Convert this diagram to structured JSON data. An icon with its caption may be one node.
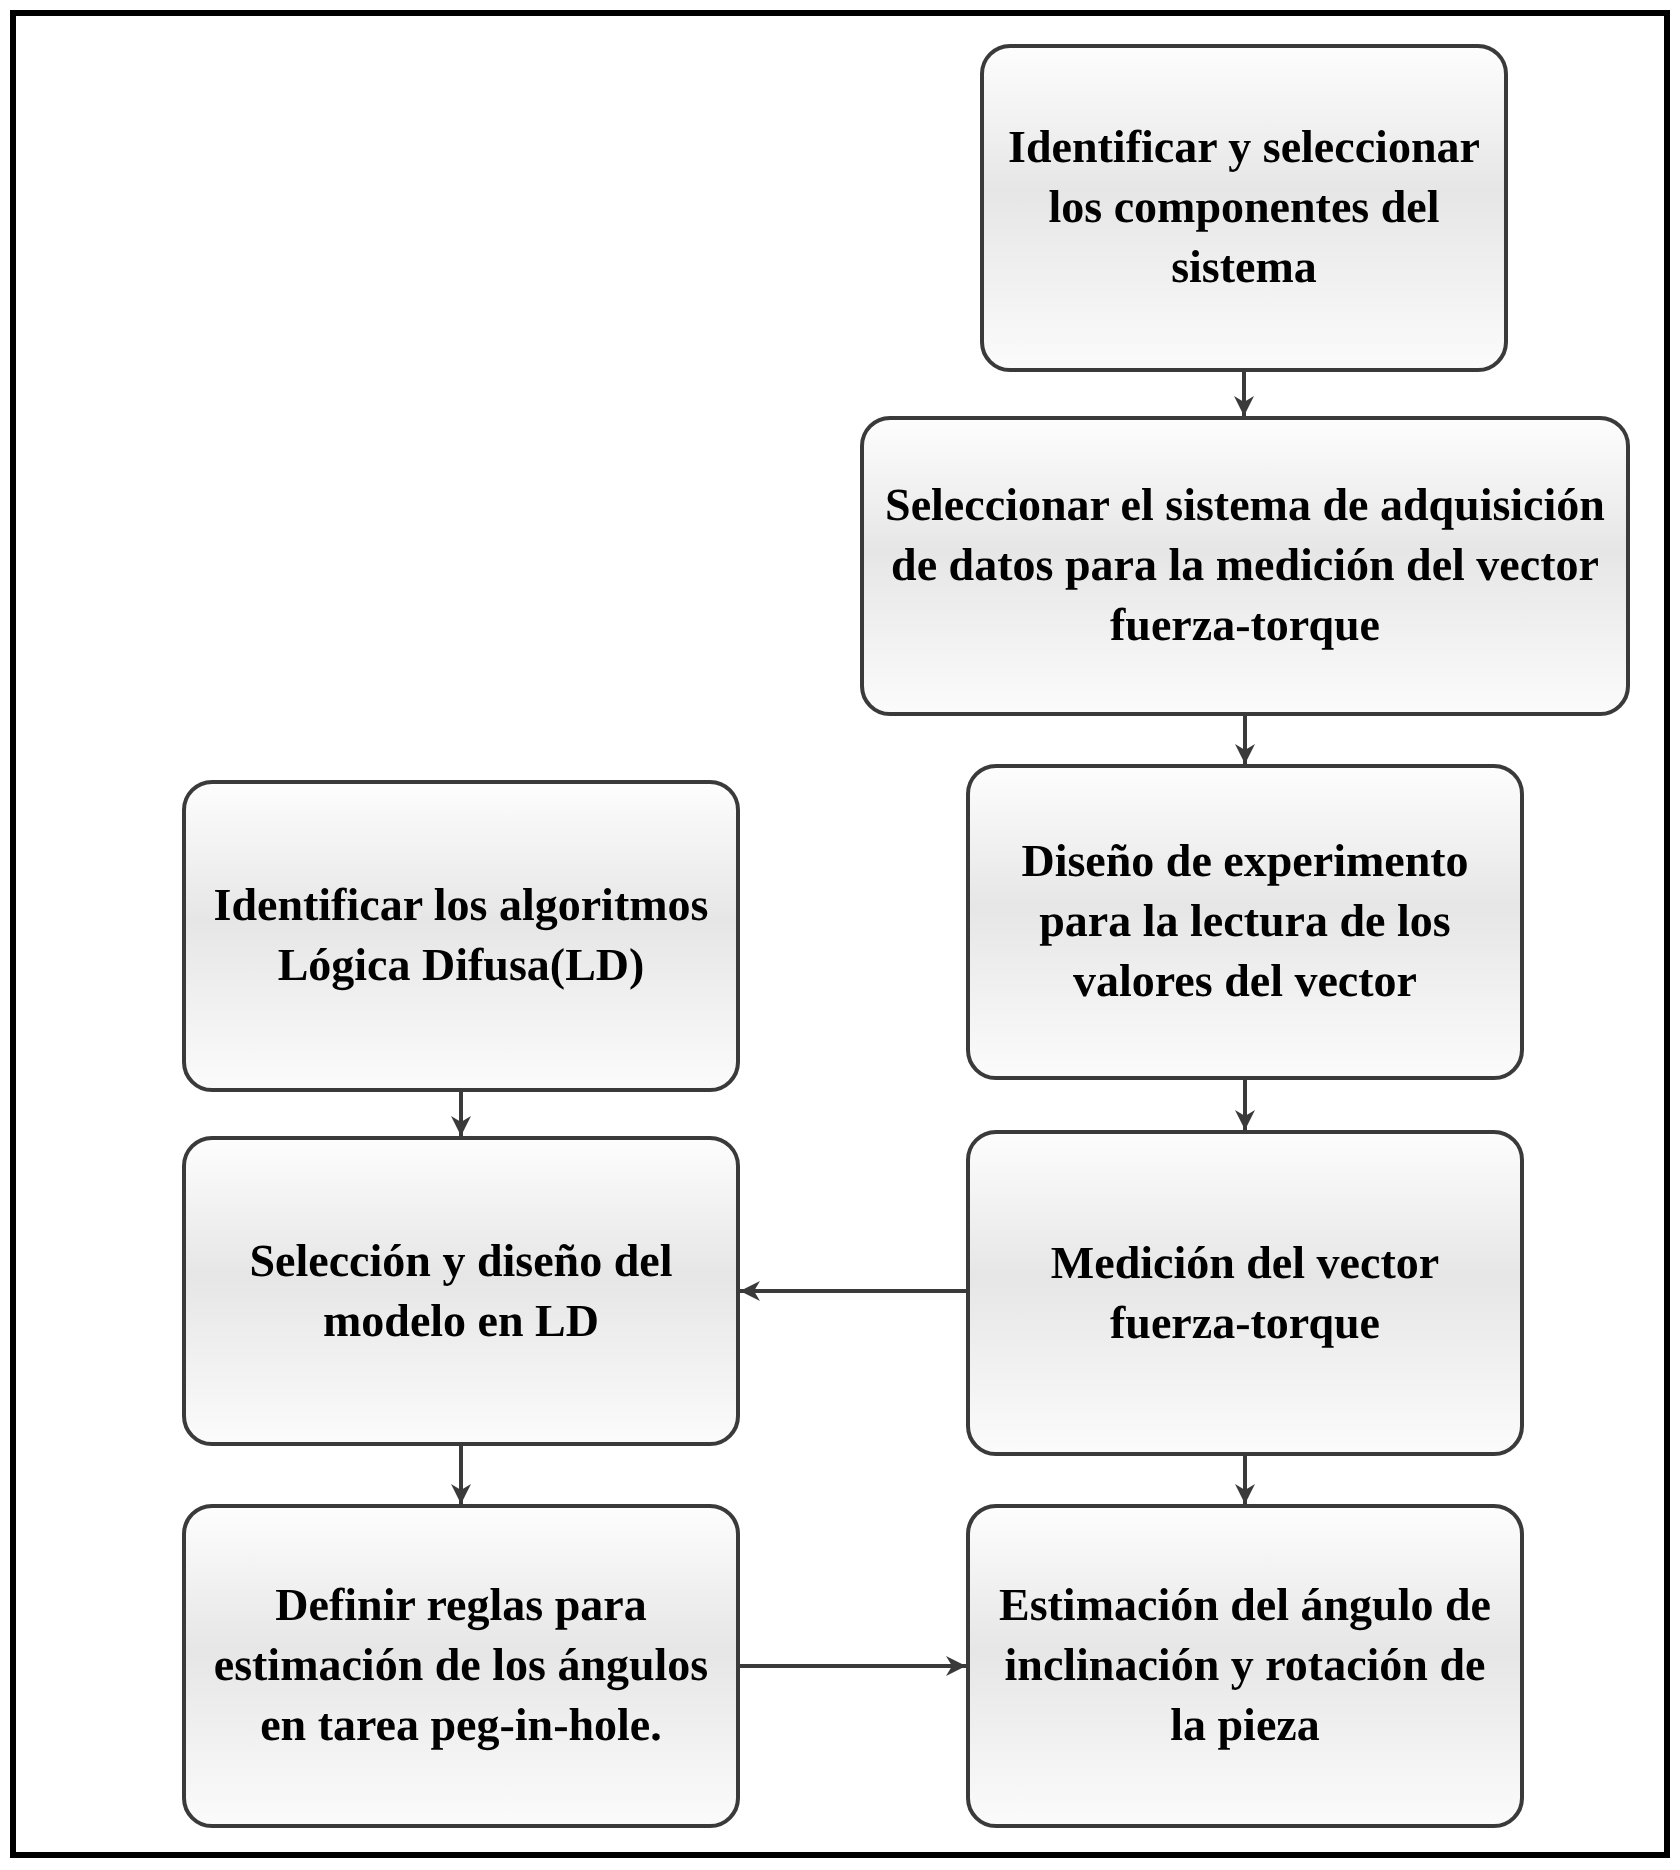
{
  "diagram": {
    "nodes": [
      {
        "text": [
          "Identificar y seleccionar los componentes del sistema"
        ]
      },
      {
        "text": [
          "Seleccionar el sistema de adquisición de datos para la medición del vector fuerza-torque"
        ]
      },
      {
        "text": [
          "Diseño de experimento para la lectura de los valores del vector"
        ]
      },
      {
        "text": [
          "Identificar los algoritmos Lógica Difusa(LD)"
        ]
      },
      {
        "text": [
          "Selección y diseño del modelo en LD"
        ]
      },
      {
        "text": [
          "Medición del vector fuerza-torque"
        ]
      },
      {
        "text": [
          "Definir reglas para estimación de los ángulos en tarea peg-in-hole."
        ]
      },
      {
        "text": [
          "Estimación del ángulo de inclinación y rotación de la pieza"
        ]
      }
    ],
    "edges": [
      {
        "from": 0,
        "to": 1,
        "arrow": "to"
      },
      {
        "from": 1,
        "to": 2,
        "arrow": "to"
      },
      {
        "from": 2,
        "to": 5,
        "arrow": "to"
      },
      {
        "from": 3,
        "to": 4,
        "arrow": "to"
      },
      {
        "from": 5,
        "to": 4,
        "arrow": "to"
      },
      {
        "from": 4,
        "to": 6,
        "arrow": "to"
      },
      {
        "from": 5,
        "to": 7,
        "arrow": "to"
      },
      {
        "from": 6,
        "to": 7,
        "arrow": "to"
      }
    ]
  }
}
